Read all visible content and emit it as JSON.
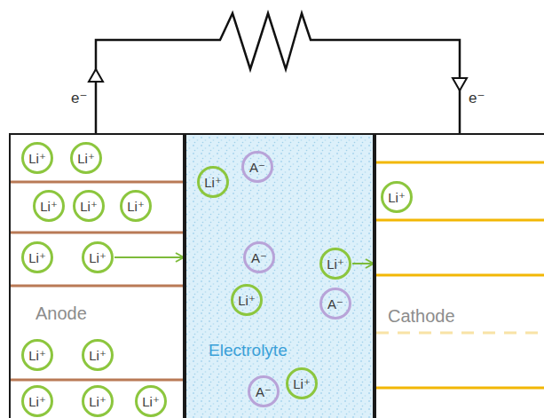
{
  "diagram": {
    "nodes": [
      {
        "text": [
          "Anode"
        ]
      },
      {
        "text": [
          "Li⁺"
        ],
        "in": 0
      },
      {
        "text": [
          "Li⁺"
        ],
        "in": 0
      },
      {
        "text": [
          "Li⁺"
        ],
        "in": 0
      },
      {
        "text": [
          "Li⁺"
        ],
        "in": 0
      },
      {
        "text": [
          "Li⁺"
        ],
        "in": 0
      },
      {
        "text": [
          "Li⁺"
        ],
        "in": 0
      },
      {
        "text": [
          "Li⁺"
        ],
        "in": 0
      },
      {
        "text": [
          "Li⁺"
        ],
        "in": 0
      },
      {
        "text": [
          "Li⁺"
        ],
        "in": 0
      },
      {
        "text": [
          "Li⁺"
        ],
        "in": 0
      },
      {
        "text": [
          "Li⁺"
        ],
        "in": 0
      },
      {
        "text": [
          "Li⁺"
        ],
        "in": 0
      },
      {
        "text": [
          "Electrolyte"
        ]
      },
      {
        "text": [
          "Li⁺"
        ],
        "in": 13
      },
      {
        "text": [
          "A⁻"
        ],
        "in": 13
      },
      {
        "text": [
          "A⁻"
        ],
        "in": 13
      },
      {
        "text": [
          "Li⁺"
        ],
        "in": 13
      },
      {
        "text": [
          "Li⁺"
        ],
        "in": 13
      },
      {
        "text": [
          "A⁻"
        ],
        "in": 13
      },
      {
        "text": [
          "A⁻"
        ],
        "in": 13
      },
      {
        "text": [
          "Li⁺"
        ],
        "in": 13
      },
      {
        "text": [
          "Cathode"
        ]
      },
      {
        "text": [
          "Li⁺"
        ],
        "in": 22
      }
    ],
    "edges": [
      {
        "from": 7,
        "to": 13,
        "arrow": "to"
      },
      {
        "from": 17,
        "to": 22,
        "arrow": "to"
      },
      {
        "from": 0,
        "to": 22,
        "arrow": "to"
      }
    ],
    "labels": [
      "e⁻",
      "e⁻"
    ]
  }
}
